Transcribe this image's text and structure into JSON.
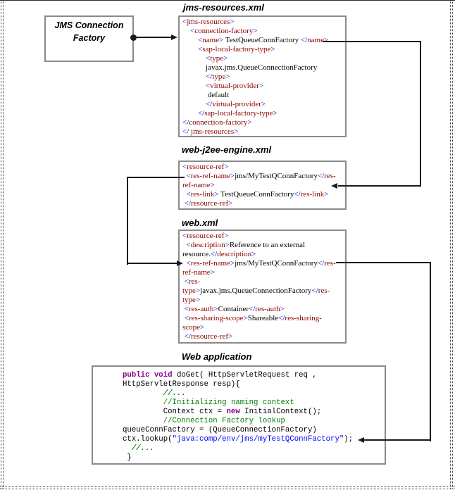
{
  "colors": {
    "xml_tag": "#8b0000",
    "xml_bracket": "#0000cc",
    "code_keyword": "#8b008b",
    "code_comment": "#007d00",
    "code_string": "#0000ff",
    "box_border": "#8a8a8a",
    "line": "#1a1a1a"
  },
  "jms_node": {
    "line1": "JMS Connection",
    "line2": "Factory"
  },
  "files": [
    {
      "title": "jms-resources.xml",
      "lines": [
        "<jms-resources>",
        "    <connection-factory>",
        "        <name> TestQueueConnFactory </name>",
        "        <sap-local-factory-type>",
        "            <type>",
        "            javax.jms.QueueConnectionFactory",
        "            </type>",
        "            <virtual-provider>",
        "             default",
        "            </virtual-provider>",
        "        </sap-local-factory-type>",
        "</connection-factory>",
        "</ jms-resources>"
      ]
    },
    {
      "title": "web-j2ee-engine.xml",
      "lines": [
        "<resource-ref>",
        "  <res-ref-name>jms/MyTestQConnFactory</res-",
        "ref-name>",
        "  <res-link> TestQueueConnFactory</res-link>",
        " </resource-ref>"
      ]
    },
    {
      "title": "web.xml",
      "lines": [
        "<resource-ref>",
        "  <description>Reference to an external",
        "resource.</description>",
        "  <res-ref-name>jms/MyTestQConnFactory</res-",
        "ref-name>",
        " <res-",
        "type>javax.jms.QueueConnectionFactory</res-",
        "type>",
        " <res-auth>Container</res-auth>",
        " <res-sharing-scope>Shareable</res-sharing-",
        "scope>",
        " </resource-ref>"
      ]
    }
  ],
  "code": {
    "title": "Web application",
    "lines": [
      [
        [
          "ck",
          "public void"
        ],
        [
          "cp",
          " doGet( HttpServletRequest req ,"
        ]
      ],
      [
        [
          "cp",
          "HttpServletResponse resp){"
        ]
      ],
      [
        [
          "cp",
          "         "
        ],
        [
          "cb",
          "//..."
        ]
      ],
      [
        [
          "cp",
          "         "
        ],
        [
          "cc",
          "//Initializing naming context"
        ]
      ],
      [
        [
          "cp",
          "         Context ctx = "
        ],
        [
          "ck",
          "new"
        ],
        [
          "cp",
          " InitialContext();"
        ]
      ],
      [
        [
          "cp",
          "         "
        ],
        [
          "cc",
          "//Connection Factory lookup"
        ]
      ],
      [
        [
          "cp",
          "queueConnFactory = (QueueConnectionFactory)"
        ]
      ],
      [
        [
          "cp",
          "ctx.lookup("
        ],
        [
          "cs",
          "\"java:comp/env/jms/myTestQConnFactory\""
        ],
        [
          "cp",
          ");"
        ]
      ],
      [
        [
          "cp",
          "  "
        ],
        [
          "cb",
          "//..."
        ]
      ],
      [
        [
          "cp",
          " }"
        ]
      ]
    ]
  }
}
